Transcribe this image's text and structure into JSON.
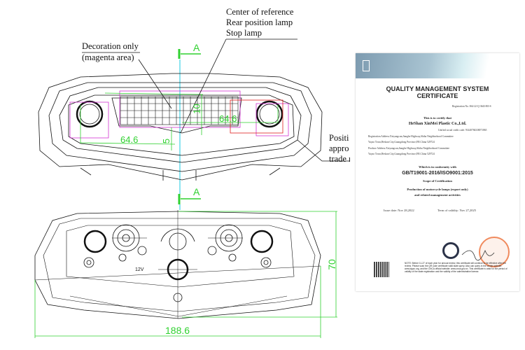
{
  "drawing": {
    "callouts": {
      "center_reference": [
        "Center of reference",
        "Rear position lamp",
        "Stop lamp"
      ],
      "decoration": [
        "Decoration only",
        "(magenta area)"
      ],
      "position": [
        "Positi",
        "appro",
        "trade n"
      ]
    },
    "section_marker": "A",
    "dimensions": {
      "left_offset": "64.6",
      "right_offset": "64.6",
      "vertical_small": "10",
      "vertical_tiny": "5",
      "height": "70",
      "width": "188.6"
    },
    "voltage_label": "12V",
    "colors": {
      "dimension": "#2fd12f",
      "centerline": "#19c8e0",
      "decoration": "#d233d2",
      "highlight": "#e01e1e"
    }
  },
  "certificate": {
    "title_line1": "QUALITY MANAGEMENT SYSTEM",
    "title_line2": "CERTIFICATE",
    "registration": "Registration No. 064-22-Q-3643-R0-S",
    "certify_intro": "This is to certify that",
    "company": "HeShan XinMei Plastic Co.,Ltd.",
    "credit_code": "Unified social credit code: 91440784338071865",
    "reg_address_1": "Registration Address:Xieyangcun,Jianghe Highway,Shiba Neighborhood Committee",
    "reg_address_2": "Yayao Town,Heshan City,Guangdong Province,P.R.China 529724",
    "prod_address_1": "Produce Address:Xieyangcun,Jianghe Highway,Shiba Neighborhood Committee",
    "prod_address_2": "Yayao Town,Heshan City,Guangdong Province,P.R.China 529724",
    "conformity": "Which is in conformity with",
    "standard": "GB/T19001-2016/ISO9001:2015",
    "scope_heading": "Scope of Certification",
    "scope_1": "Production of motorcycle lamps (export only)",
    "scope_2": "and related management activities",
    "issue_date": "Issue date:  Nov 28,2022",
    "validity": "Term of validity:  Nov 27,2025",
    "note": "NOTE: Before 11-27 of each year for annual review, this certificate will continue to be effective after the review. Please scan the QR code certificate valid state query. Also can query in the center website: www.bjqzc.org, and the CNCA official website: www.cnca.gov.cn. This certificate is valid for the period of validity of the state registration and the validity of the administrative license."
  }
}
